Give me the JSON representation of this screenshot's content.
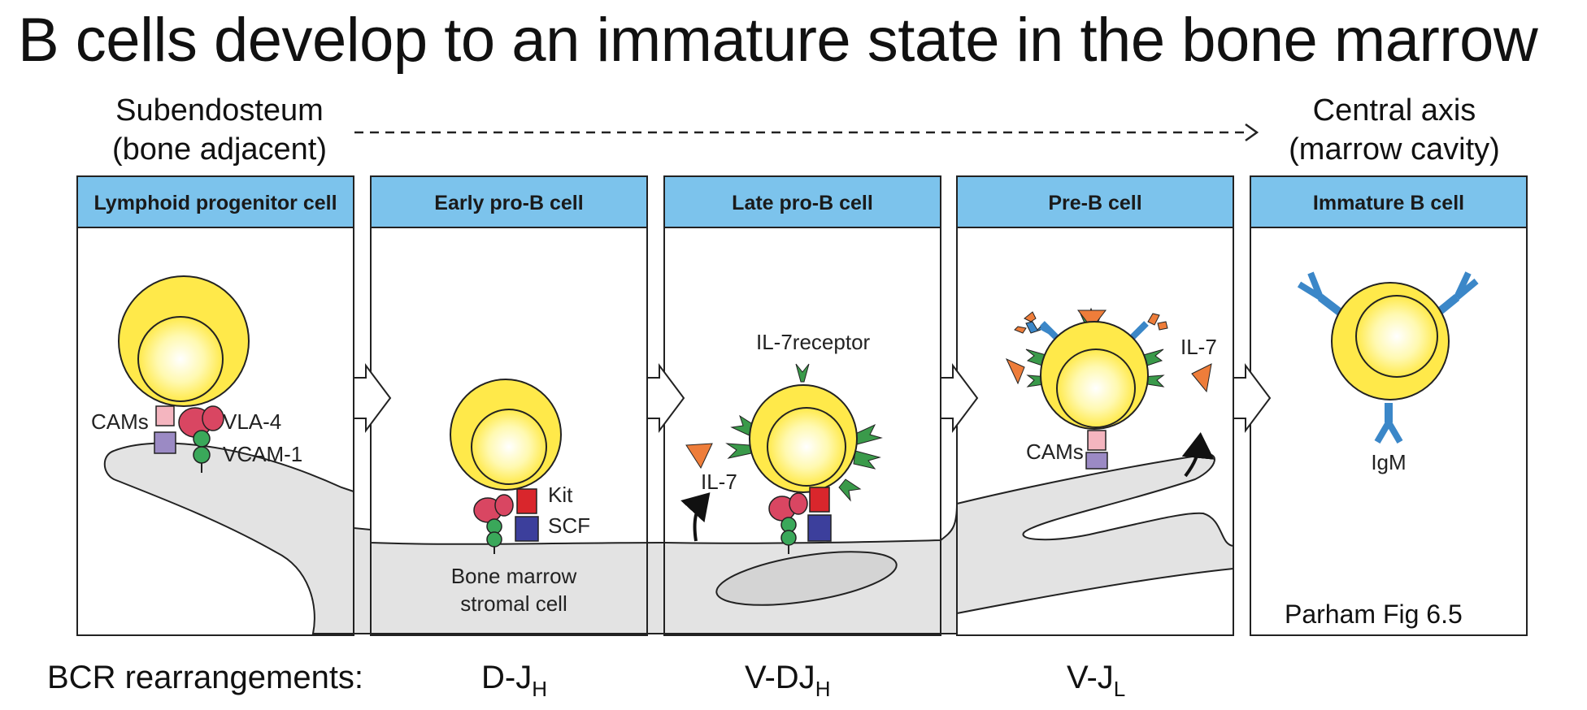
{
  "title": "B cells develop to an immature state in the bone marrow",
  "location_start": [
    "Subendosteum",
    "(bone adjacent)"
  ],
  "location_end": [
    "Central axis",
    "(marrow cavity)"
  ],
  "stages": [
    {
      "name": "Lymphoid progenitor cell"
    },
    {
      "name": "Early pro-B cell"
    },
    {
      "name": "Late pro-B cell"
    },
    {
      "name": "Pre-B cell"
    },
    {
      "name": "Immature B cell"
    }
  ],
  "molecule_labels": {
    "cams": "CAMs",
    "vla4": "VLA-4",
    "vcam1": "VCAM-1",
    "kit": "Kit",
    "scf": "SCF",
    "stromal_1": "Bone marrow",
    "stromal_2": "stromal cell",
    "il7": "IL-7",
    "il7_receptor": "IL-7receptor",
    "igm": "IgM"
  },
  "bcr": {
    "label": "BCR rearrangements:",
    "items": [
      {
        "main": "D-J",
        "sub": "H"
      },
      {
        "main": "V-DJ",
        "sub": "H"
      },
      {
        "main": "V-J",
        "sub": "L"
      }
    ]
  },
  "credit": "Parham Fig 6.5",
  "colors": {
    "header": "#7cc3ec",
    "cell": "#ffe94a",
    "stroma": "#e3e3e3",
    "cams_pink": "#f4b5bf",
    "cams_purple": "#9b8ac4",
    "vla4": "#d94662",
    "vcam1": "#3aa85a",
    "kit": "#d9262c",
    "scf": "#3c3f9c",
    "il7": "#ee7d3a",
    "il7_receptor": "#3a9a4a",
    "antibody": "#3b87c8"
  }
}
